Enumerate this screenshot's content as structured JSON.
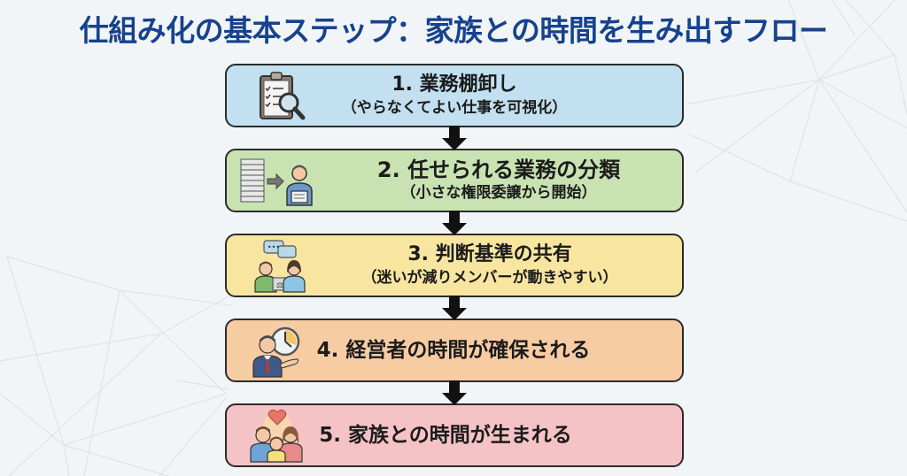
{
  "title": "仕組み化の基本ステップ：家族との時間を生み出すフロー",
  "colors": {
    "title": "#16428e",
    "border": "#2b2b2b",
    "arrow": "#111111",
    "background": "#f1f5f8"
  },
  "steps": [
    {
      "main": "1. 業務棚卸し",
      "sub": "（やらなくてよい仕事を可視化）",
      "icon": "clipboard-magnifier-icon",
      "color": "#c2e0ef"
    },
    {
      "main": "2. 任せられる業務の分類",
      "sub": "（小さな権限委譲から開始）",
      "icon": "documents-to-staff-icon",
      "color": "#c8e2b2"
    },
    {
      "main": "3. 判断基準の共有",
      "sub": "（迷いが減りメンバーが動きやすい）",
      "icon": "team-discussion-icon",
      "color": "#f8e59f"
    },
    {
      "main": "4. 経営者の時間が確保される",
      "sub": "",
      "icon": "executive-clock-icon",
      "color": "#f8cca2"
    },
    {
      "main": "5. 家族との時間が生まれる",
      "sub": "",
      "icon": "family-heart-icon",
      "color": "#f5c3c6"
    }
  ]
}
